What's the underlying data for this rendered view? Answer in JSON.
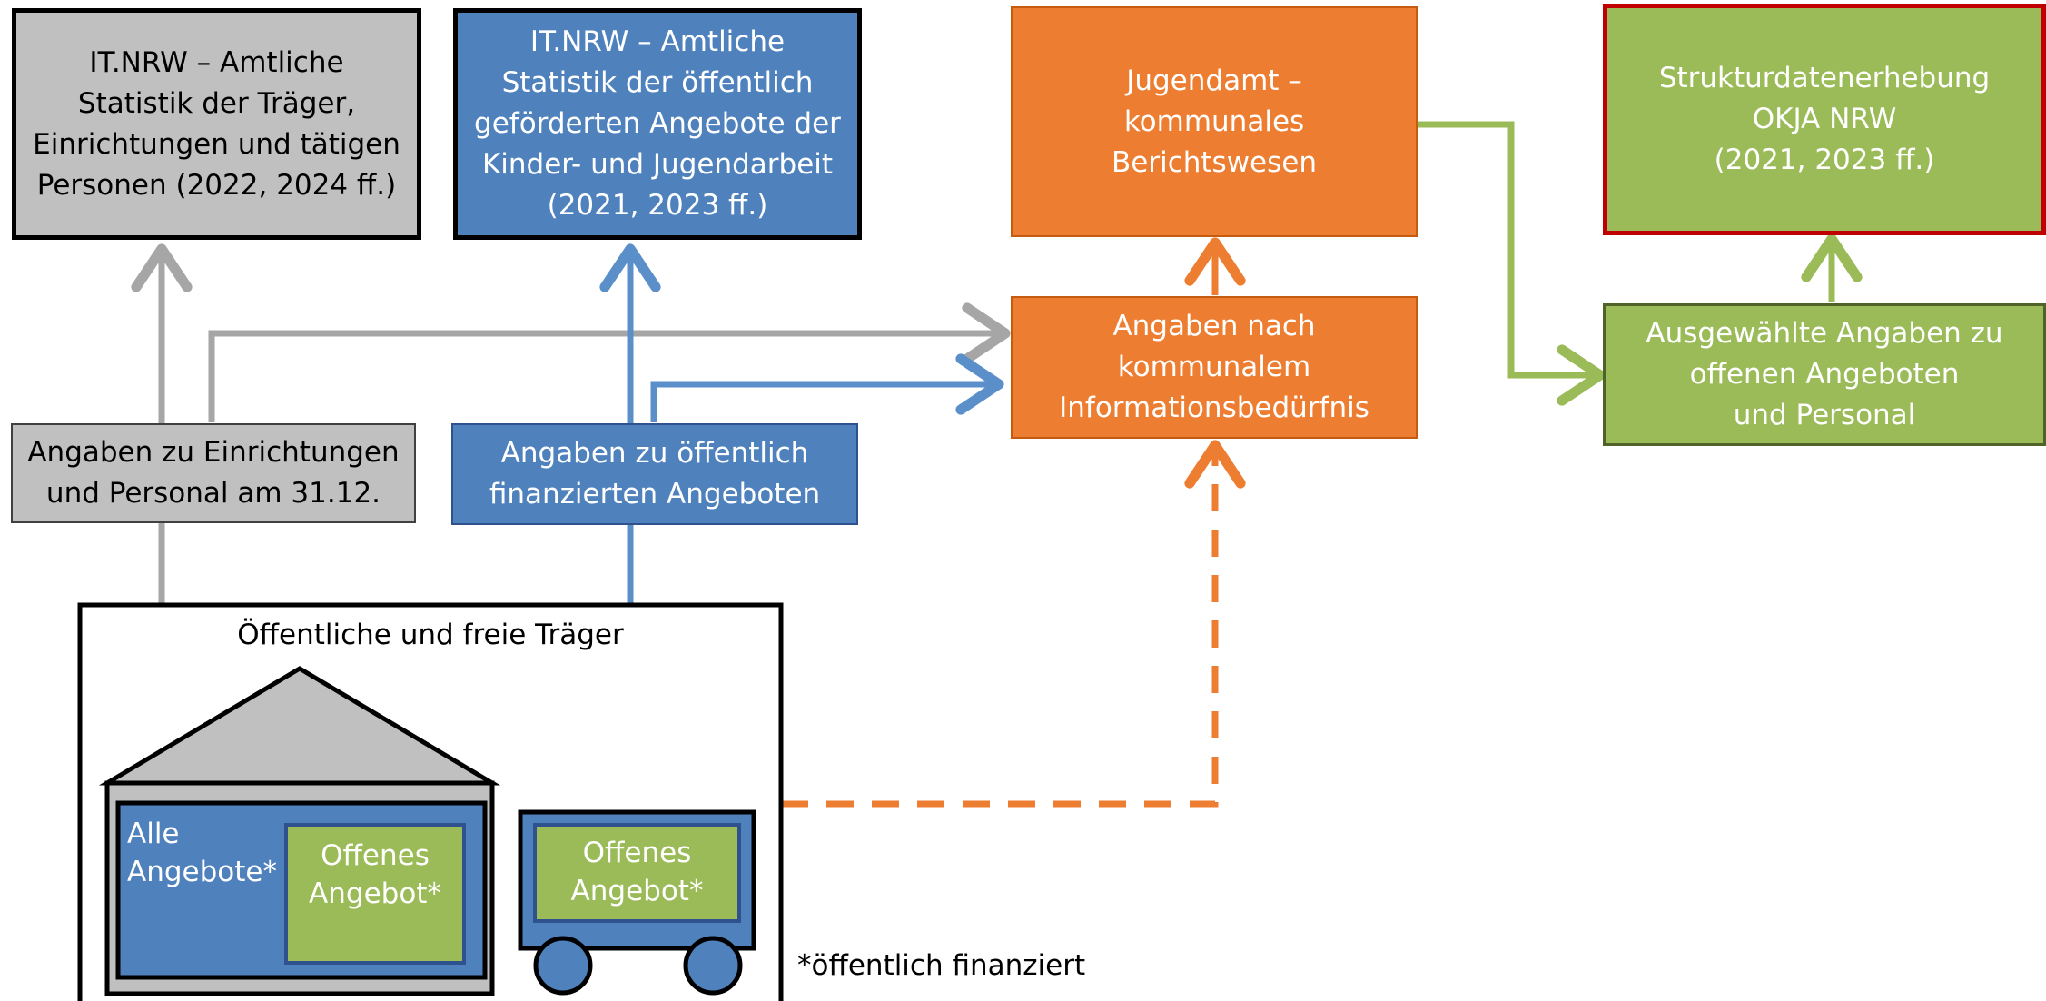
{
  "boxes": {
    "itnrw_traeger": "IT.NRW – Amtliche\nStatistik der Träger,\nEinrichtungen und tätigen\nPersonen (2022, 2024 ff.)",
    "itnrw_angebote": "IT.NRW – Amtliche\nStatistik der öffentlich\ngeförderten Angebote der\nKinder- und Jugendarbeit\n(2021, 2023 ff.)",
    "jugendamt": "Jugendamt –\nkommunales\nBerichtswesen",
    "strukturdaten": "Strukturdatenerhebung\nOKJA NRW\n(2021, 2023 ff.)",
    "angaben_kommunal": "Angaben nach\nkommunalem\nInformationsbedürfnis",
    "ausgewaehlte_angaben": "Ausgewählte Angaben zu\noffenen Angeboten\nund Personal",
    "angaben_einrichtungen": "Angaben zu Einrichtungen\nund Personal am 31.12.",
    "angaben_oeffentlich": "Angaben zu öffentlich\nfinanzierten Angeboten"
  },
  "container": {
    "title": "Öffentliche und freie Träger",
    "house_label": "Alle\nAngebote*",
    "house_inner": "Offenes\nAngebot*",
    "vehicle_label": "Offenes\nAngebot*"
  },
  "footnote": "*öffentlich finanziert",
  "colors": {
    "gray_fill": "#c0c0c0",
    "gray_line": "#a6a6a6",
    "blue_fill": "#4f81bd",
    "blue_line": "#5b8fc9",
    "orange_fill": "#ed7d31",
    "green_fill": "#9bbb59",
    "green_line": "#9bbb59",
    "red_border": "#c00000"
  }
}
